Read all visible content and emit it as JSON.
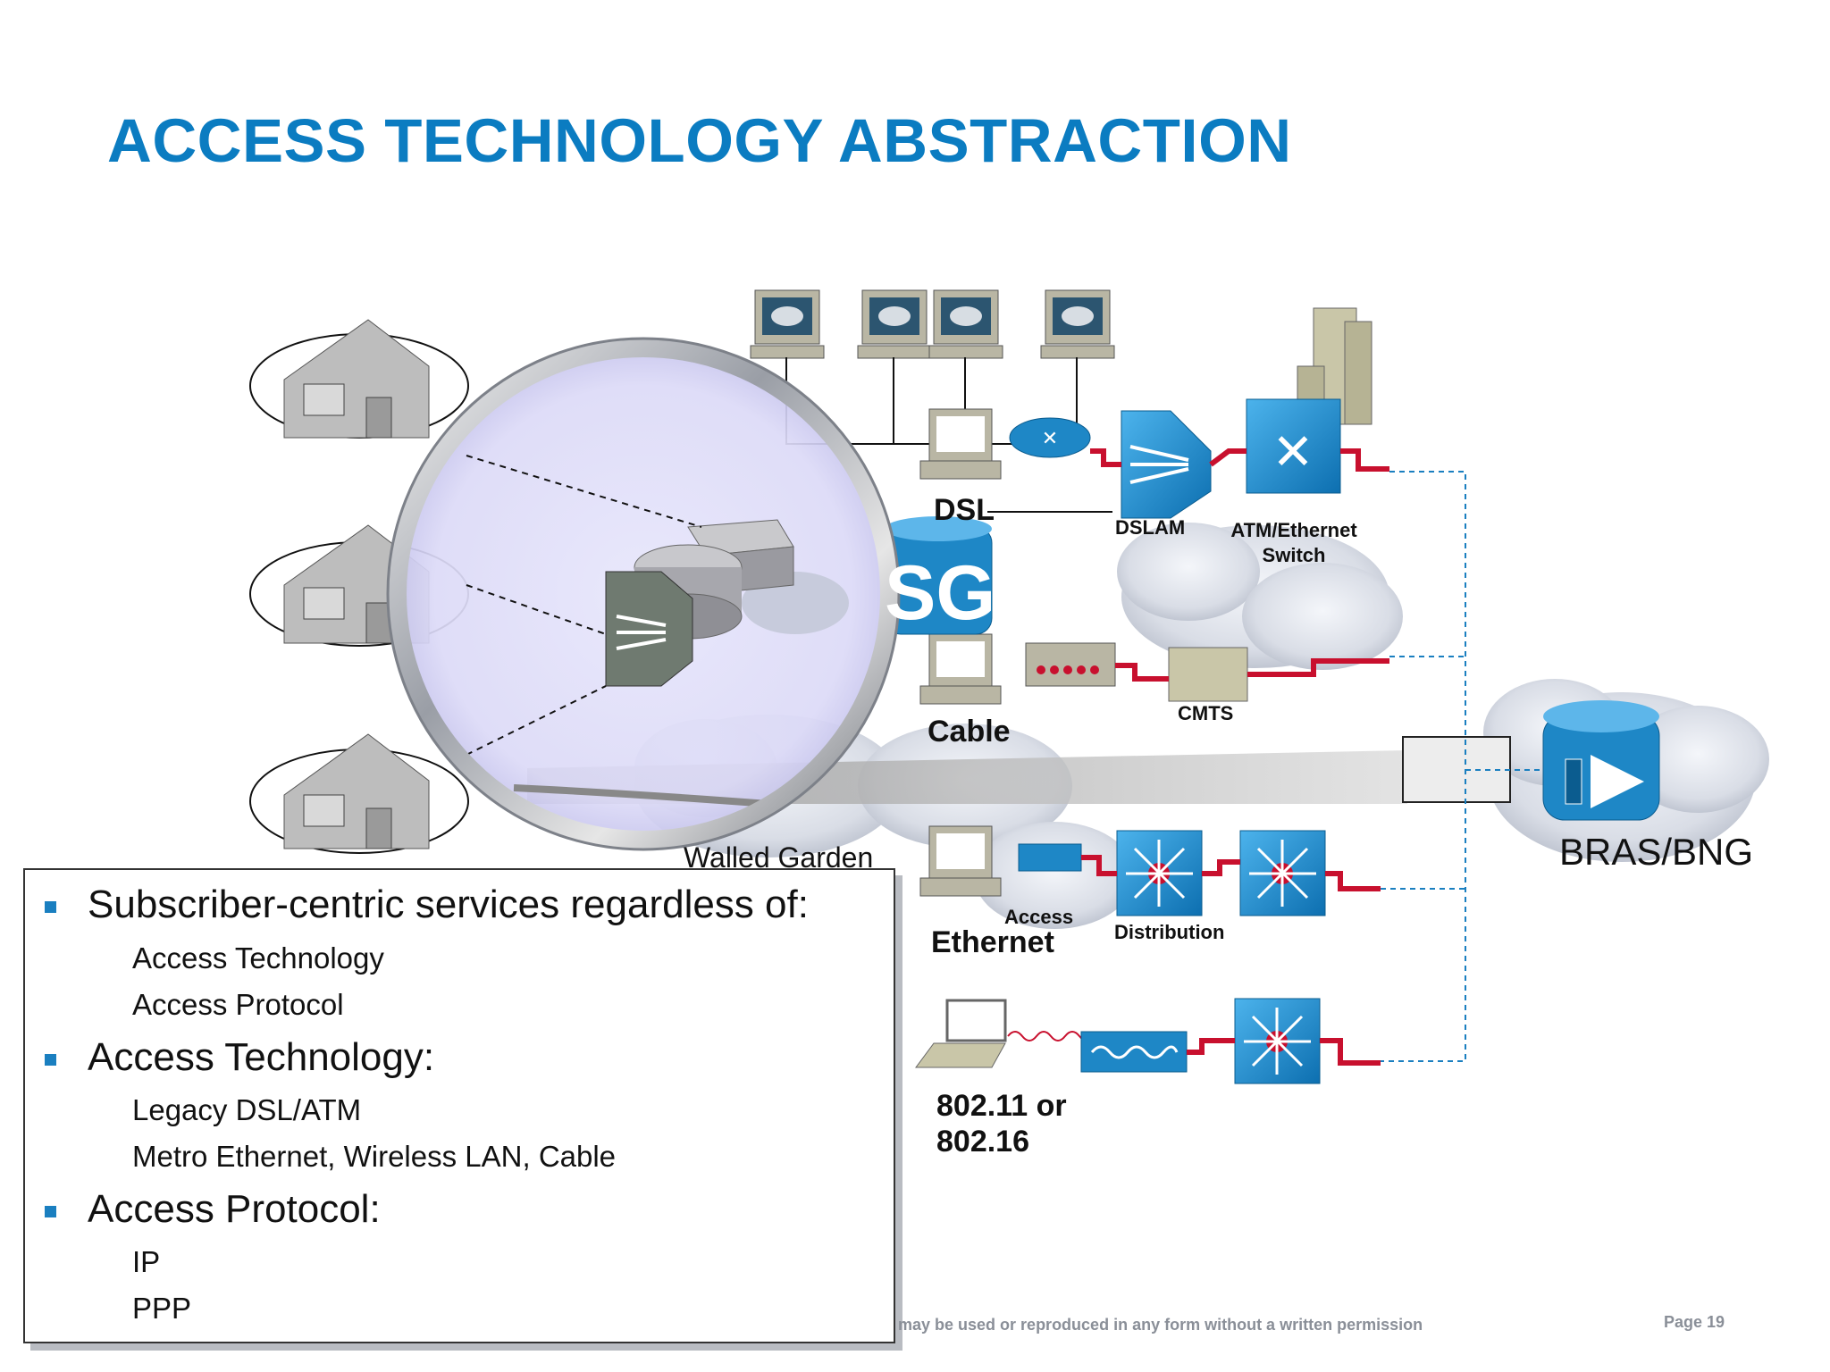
{
  "title": "ACCESS TECHNOLOGY ABSTRACTION",
  "diagram": {
    "dsl_label": "DSL",
    "dslam_label": "DSLAM",
    "atm_switch_label_line1": "ATM/Ethernet",
    "atm_switch_label_line2": "Switch",
    "ssg_label": "SG",
    "cable_label": "Cable",
    "cmts_label": "CMTS",
    "walled_garden_label": "Walled Garden",
    "access_label": "Access",
    "distribution_label": "Distribution",
    "ethernet_label": "Ethernet",
    "wireless_label_line1": "802.11 or",
    "wireless_label_line2": "802.16",
    "bras_label": "BRAS/BNG",
    "colors": {
      "accent": "#0b7cc1",
      "device_blue": "#1a8fd0",
      "link_red": "#c8102e",
      "dashed_link": "#1a7fc0"
    }
  },
  "bullets": [
    {
      "text": "Subscriber-centric services regardless of:",
      "subs": [
        "Access Technology",
        "Access Protocol"
      ]
    },
    {
      "text": "Access Technology:",
      "subs": [
        "Legacy DSL/ATM",
        "Metro Ethernet, Wireless LAN, Cable"
      ]
    },
    {
      "text": "Access Protocol:",
      "subs": [
        "IP",
        "PPP"
      ]
    }
  ],
  "footer": {
    "notice": "may be used or reproduced in any form without a written permission",
    "page": "Page 19"
  }
}
